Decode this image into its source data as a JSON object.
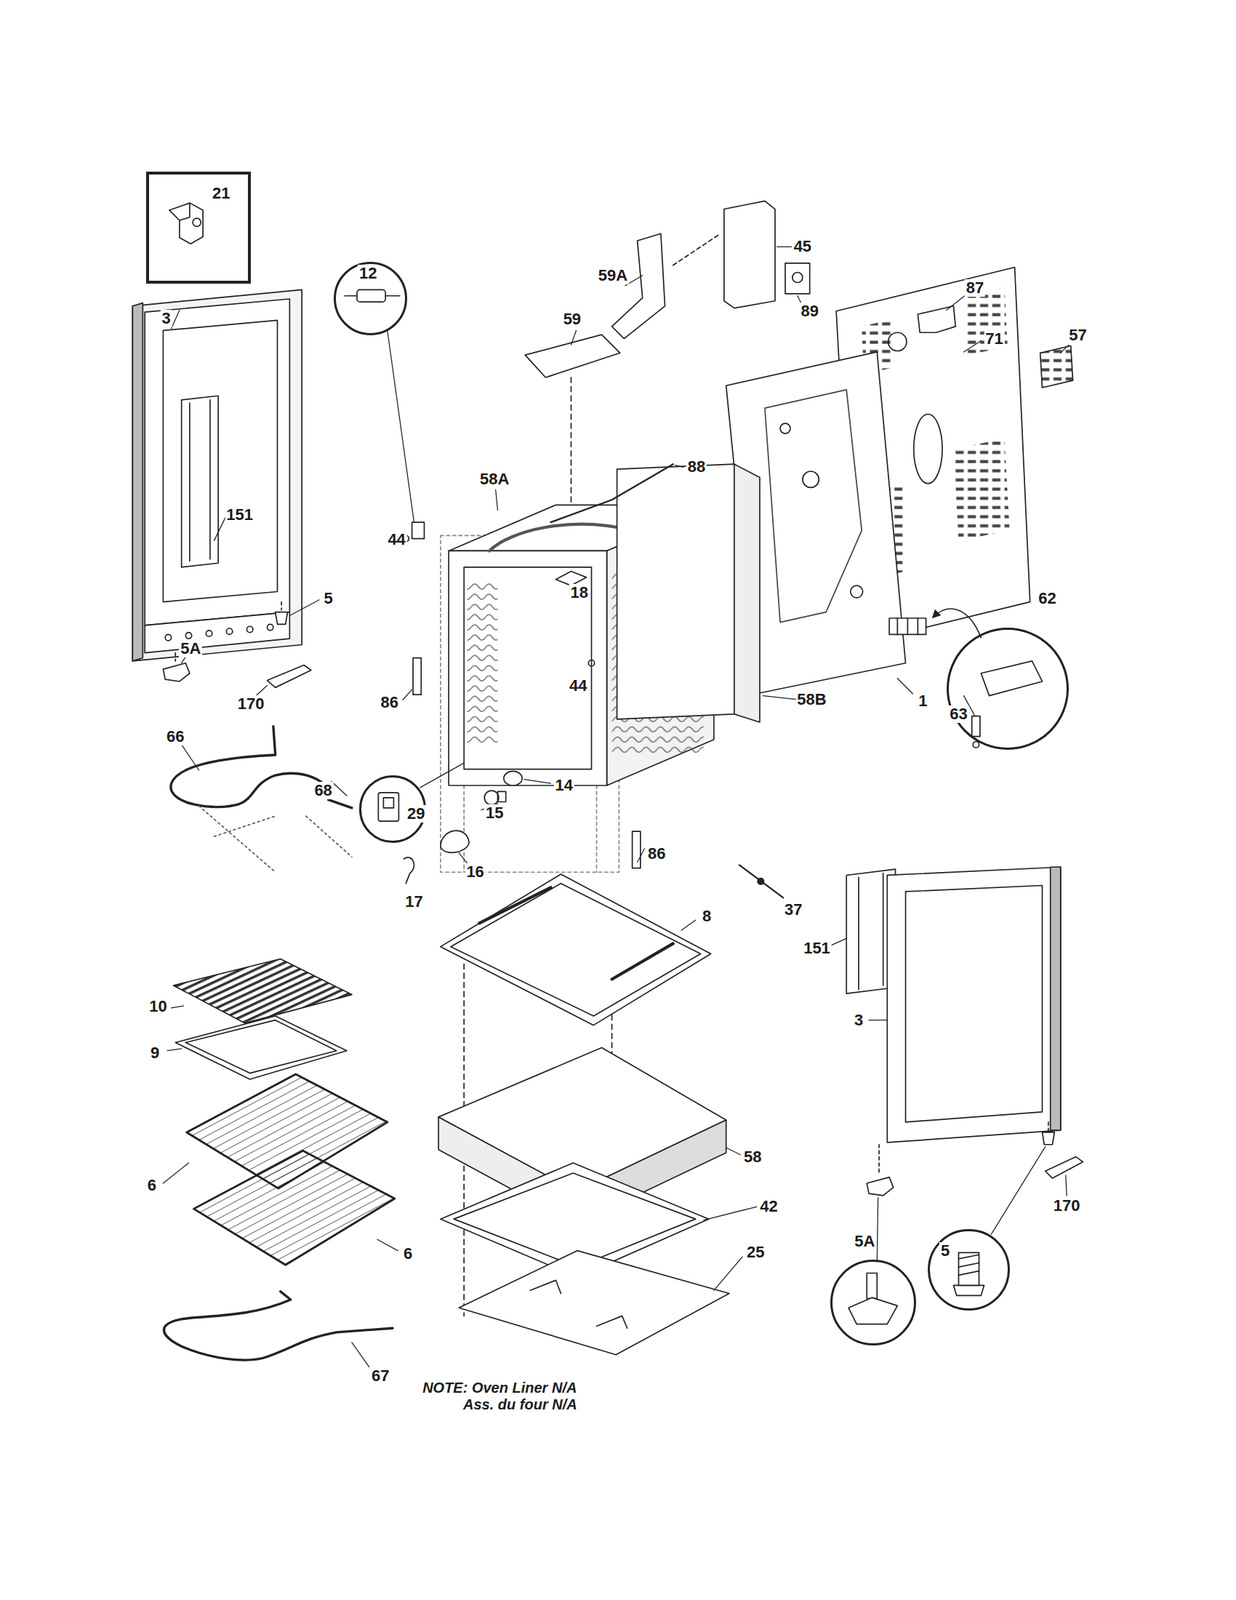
{
  "diagram": {
    "nodes": [
      {
        "text": [
          "21"
        ]
      },
      {
        "text": [
          "12"
        ]
      },
      {
        "text": [
          "62",
          "63"
        ]
      },
      {
        "text": [
          "29"
        ]
      },
      {
        "text": [
          "5"
        ]
      },
      {
        "text": [
          "5A"
        ]
      }
    ],
    "labels": [
      "45",
      "59A",
      "87",
      "3",
      "59",
      "89",
      "57",
      "71",
      "58A",
      "88",
      "151",
      "44",
      "18",
      "5",
      "5A",
      "44",
      "58B",
      "1",
      "86",
      "170",
      "66",
      "14",
      "68",
      "15",
      "86",
      "16",
      "17",
      "37",
      "8",
      "151",
      "10",
      "3",
      "9",
      "58",
      "6",
      "170",
      "42",
      "6",
      "25",
      "67",
      "NOTE: Oven Liner N/A",
      "Ass. du four N/A"
    ]
  }
}
